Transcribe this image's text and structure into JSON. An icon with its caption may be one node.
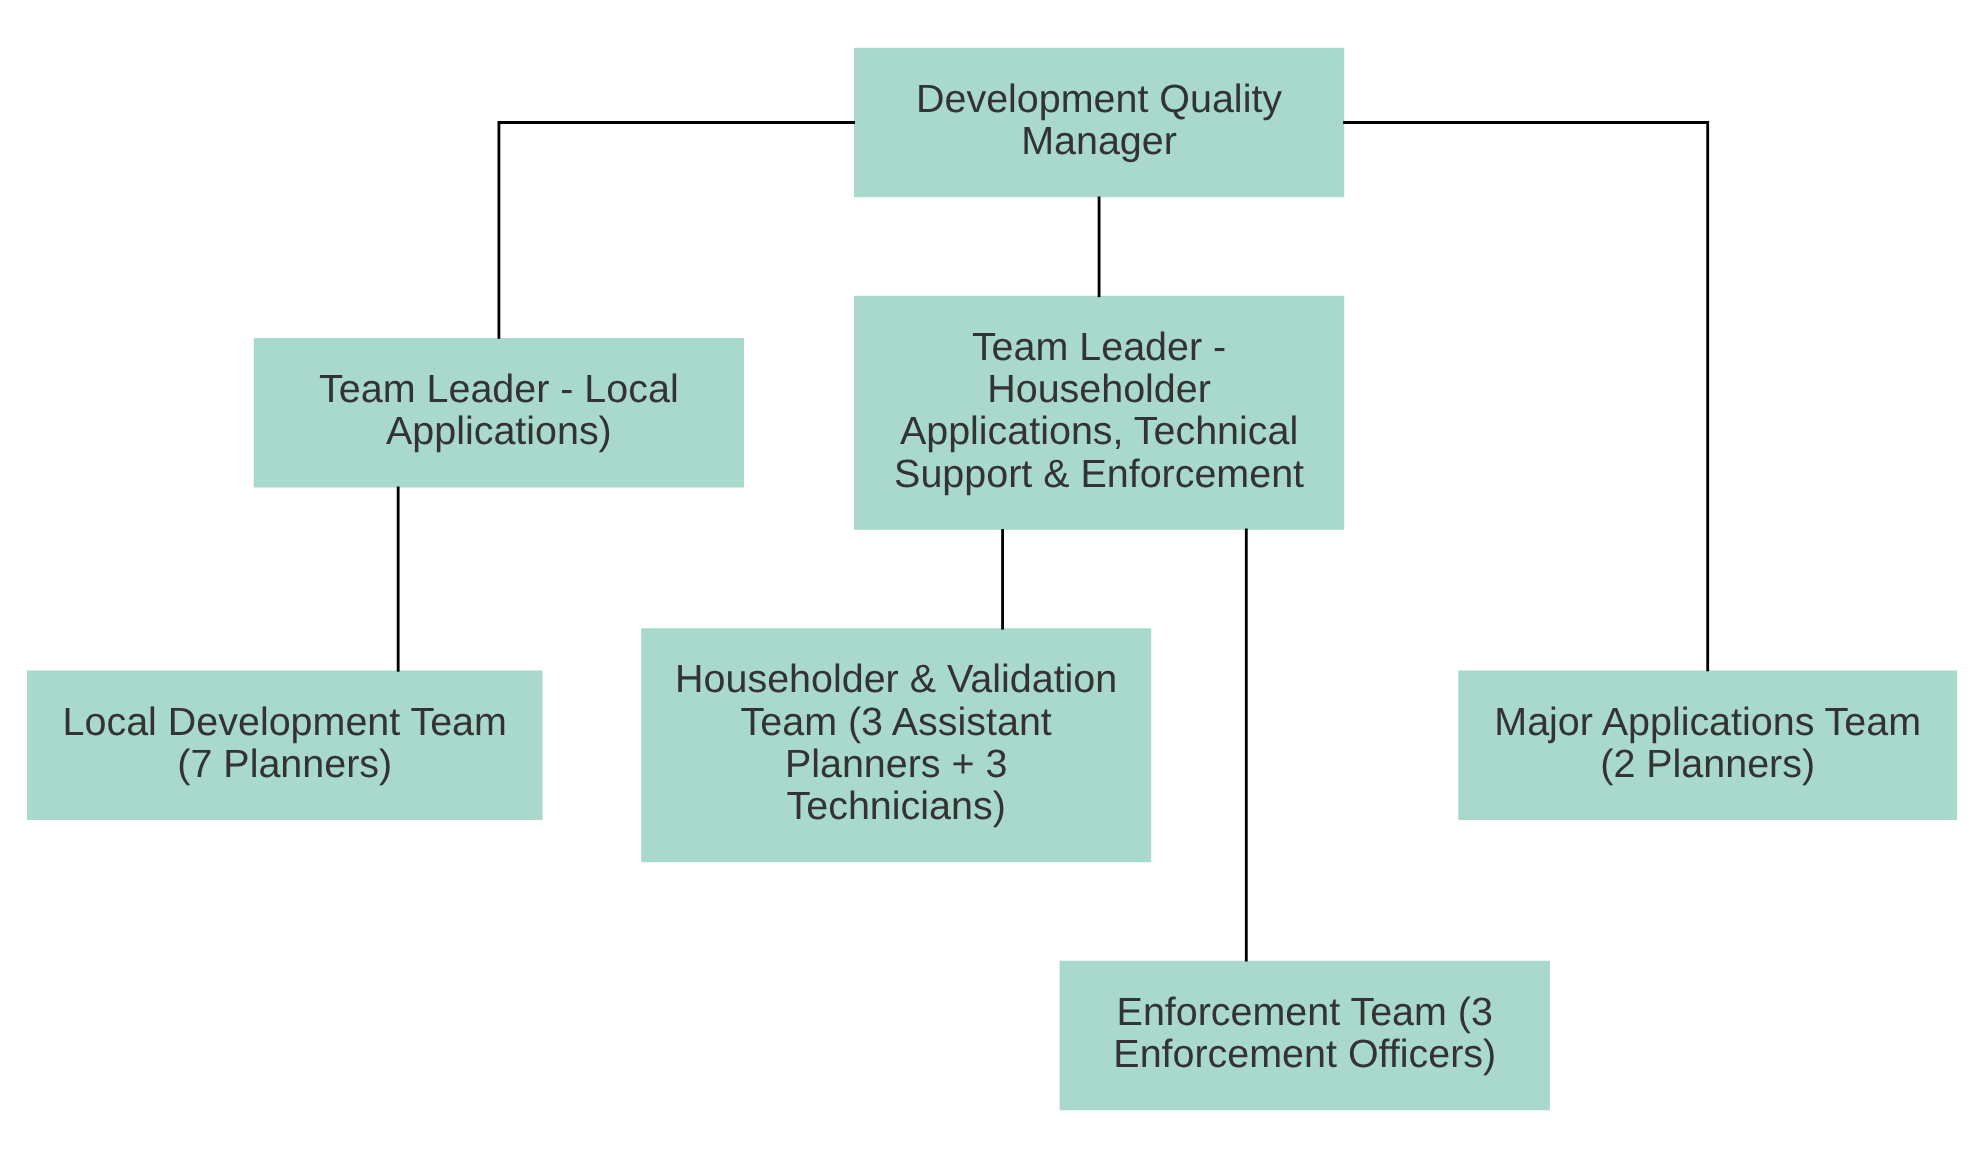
{
  "diagram": {
    "nodes": [
      {
        "text": [
          "Development Quality Manager"
        ]
      },
      {
        "text": [
          "Team Leader - Local Applications)"
        ]
      },
      {
        "text": [
          "Team Leader - Householder Applications, Technical Support & Enforcement"
        ]
      },
      {
        "text": [
          "Major Applications Team (2 Planners)"
        ]
      },
      {
        "text": [
          "Local Development Team (7 Planners)"
        ]
      },
      {
        "text": [
          "Householder & Validation Team (3 Assistant Planners + 3 Technicians)"
        ]
      },
      {
        "text": [
          "Enforcement Team (3 Enforcement Officers)"
        ]
      }
    ],
    "edges": [
      {
        "from": 0,
        "to": 3,
        "arrow": "none"
      },
      {
        "from": 0,
        "to": 1,
        "arrow": "none"
      },
      {
        "from": 0,
        "to": 2,
        "arrow": "none"
      },
      {
        "from": 1,
        "to": 4,
        "arrow": "none"
      },
      {
        "from": 2,
        "to": 5,
        "arrow": "none"
      },
      {
        "from": 2,
        "to": 6,
        "arrow": "none"
      }
    ]
  }
}
